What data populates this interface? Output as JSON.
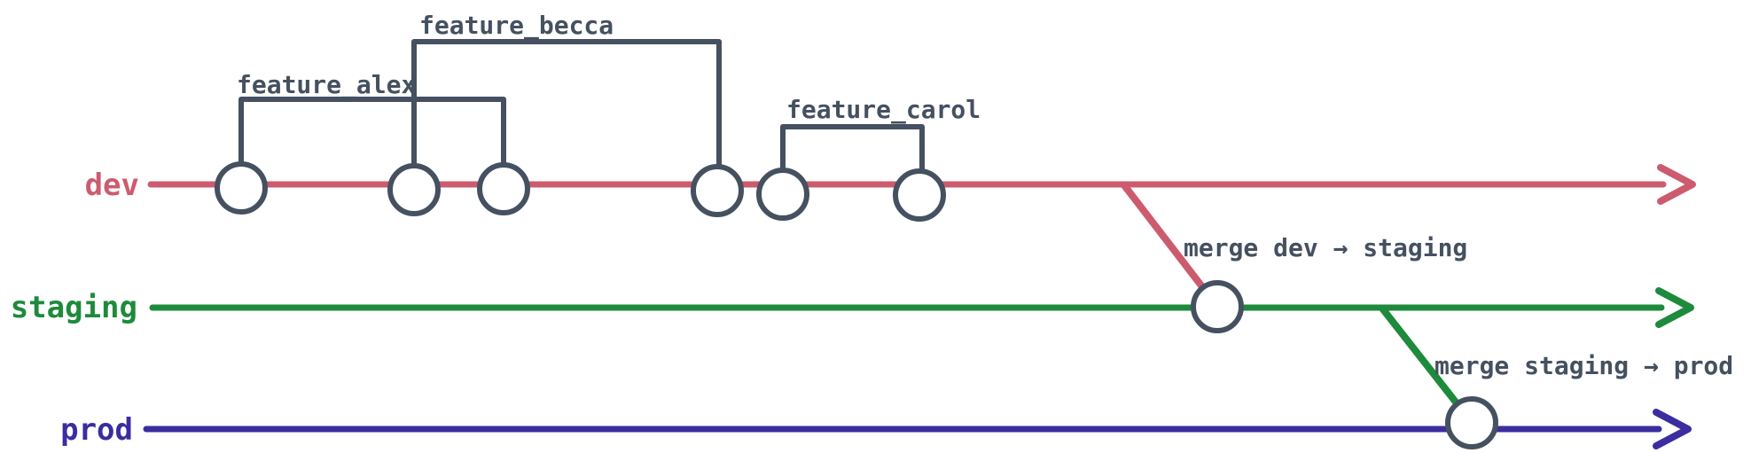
{
  "branches": [
    {
      "name": "dev",
      "color": "#cd5b6e",
      "commit_count": 6
    },
    {
      "name": "staging",
      "color": "#1e8a3c",
      "commit_count": 1
    },
    {
      "name": "prod",
      "color": "#3b2da0",
      "commit_count": 1
    }
  ],
  "features": [
    {
      "label": "feature_alex",
      "commits": 2
    },
    {
      "label": "feature_becca",
      "commits": 2
    },
    {
      "label": "feature_carol",
      "commits": 2
    }
  ],
  "merges": [
    {
      "label": "merge dev → staging"
    },
    {
      "label": "merge staging → prod"
    }
  ],
  "colors": {
    "rose": "#cd5b6e",
    "green": "#1e8a3c",
    "indigo": "#3b2da0",
    "slate": "#455060",
    "background": "#ffffff"
  }
}
